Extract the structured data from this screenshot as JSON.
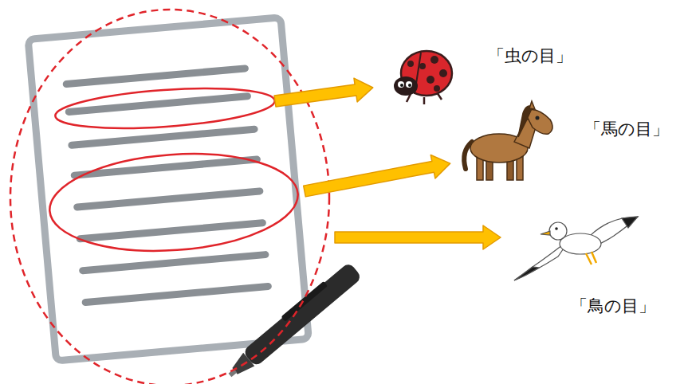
{
  "diagram": {
    "labels": [
      "「虫の目」",
      "「馬の目」",
      "「鳥の目」"
    ]
  }
}
